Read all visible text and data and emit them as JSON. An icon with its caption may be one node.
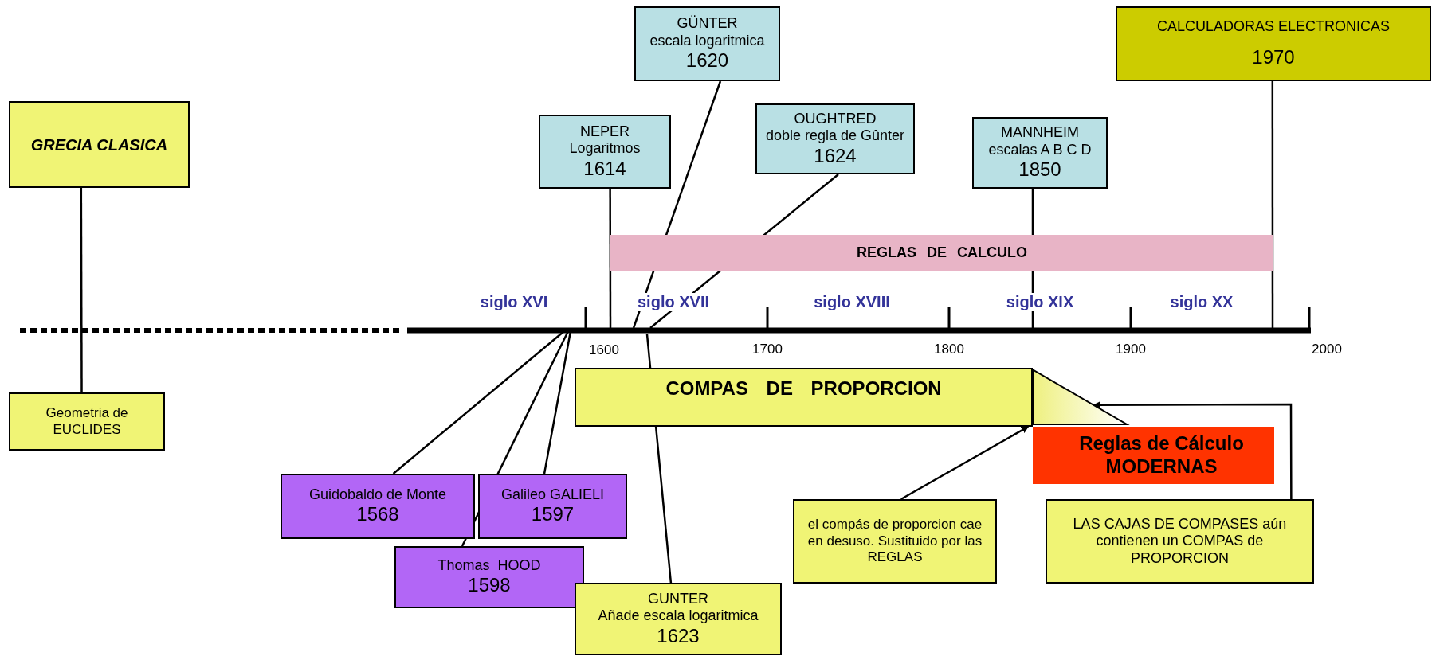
{
  "diagram": {
    "nodes": [
      {
        "text": [
          "GRECIA CLASICA"
        ]
      },
      {
        "text": [
          "GÜNTER",
          "escala logaritmica",
          "1620"
        ]
      },
      {
        "text": [
          "NEPER",
          "Logaritmos",
          "1614"
        ]
      },
      {
        "text": [
          "OUGHTRED",
          "doble regla de Gûnter",
          "1624"
        ]
      },
      {
        "text": [
          "MANNHEIM",
          "escalas A B C D",
          "1850"
        ]
      },
      {
        "text": [
          "CALCULADORAS ELECTRONICAS",
          "1970"
        ]
      },
      {
        "text": [
          "REGLAS DE CALCULO"
        ]
      },
      {
        "text": [
          "COMPAS DE PROPORCION"
        ]
      },
      {
        "text": [],
        "shape": "triangle"
      },
      {
        "text": [
          "Reglas de Cálculo MODERNAS"
        ]
      },
      {
        "text": [
          "Geometria de EUCLIDES"
        ]
      },
      {
        "text": [
          "Guidobaldo de Monte",
          "1568"
        ]
      },
      {
        "text": [
          "Galileo GALIELI",
          "1597"
        ]
      },
      {
        "text": [
          "Thomas HOOD",
          "1598"
        ]
      },
      {
        "text": [
          "GUNTER",
          "Añade escala logaritmica",
          "1623"
        ]
      },
      {
        "text": [
          "el compás de proporcion cae en desuso. Sustituido por las REGLAS"
        ]
      },
      {
        "text": [
          "LAS CAJAS DE COMPASES aún contienen un COMPAS de PROPORCION"
        ]
      }
    ],
    "edges": [
      {
        "from": 0,
        "to": 10,
        "arrow": "none"
      },
      {
        "from": 1,
        "to": null,
        "arrow": "none"
      },
      {
        "from": 2,
        "to": null,
        "arrow": "none"
      },
      {
        "from": 3,
        "to": null,
        "arrow": "none"
      },
      {
        "from": 4,
        "to": null,
        "arrow": "none"
      },
      {
        "from": 5,
        "to": null,
        "arrow": "none"
      },
      {
        "from": 11,
        "to": null,
        "arrow": "none"
      },
      {
        "from": 12,
        "to": null,
        "arrow": "none"
      },
      {
        "from": 13,
        "to": null,
        "arrow": "none"
      },
      {
        "from": 14,
        "to": null,
        "arrow": "none"
      },
      {
        "from": 15,
        "to": 7,
        "arrow": "to"
      },
      {
        "from": 16,
        "to": 8,
        "arrow": "to"
      }
    ],
    "labels": [
      "siglo XVI",
      "siglo XVII",
      "siglo XVIII",
      "siglo XIX",
      "siglo XX",
      "1600",
      "1700",
      "1800",
      "1900",
      "2000"
    ]
  }
}
